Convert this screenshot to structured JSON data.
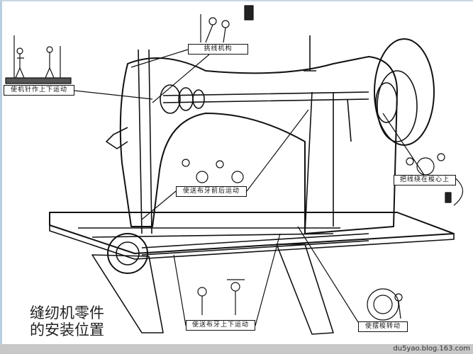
{
  "labels": {
    "needle_motion": "使机针作上下运动",
    "take_up": "挑线机构",
    "feed_dog_back_forth": "使送布牙前后运动",
    "bobbin_winder": "把线绕在梭心上",
    "feed_dog_up_down": "使送布牙上下运动",
    "shuttle_rotate": "使摆梭转动"
  },
  "title": {
    "line1": "缝纫机零件",
    "line2": "的安装位置"
  },
  "watermark": "du5yao.blog.163.com",
  "colors": {
    "ink": "#111111",
    "band": "#c8c8c8",
    "frame": "#b9cde0"
  }
}
